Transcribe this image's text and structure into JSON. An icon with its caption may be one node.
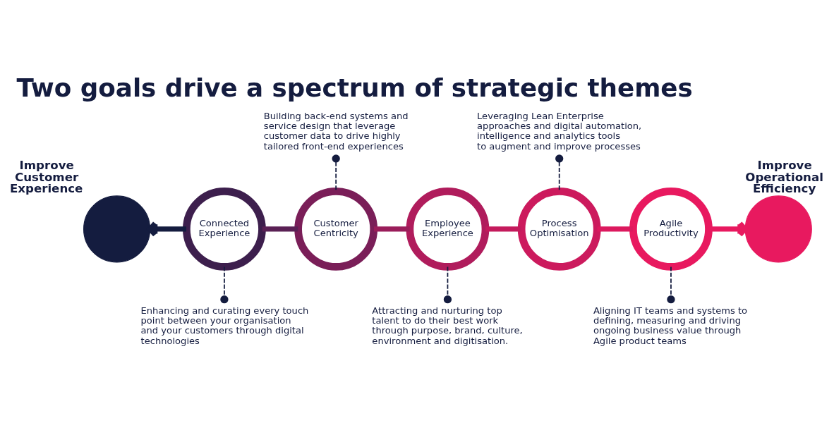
{
  "diagram": {
    "title": "Two goals drive a spectrum of strategic themes",
    "nodes": [
      {
        "text": [
          "Building back-end systems and service design that leverage customer data to drive highly tailored front-end experiences"
        ]
      },
      {
        "text": [
          "Leveraging Lean Enterprise approaches and digital automation, intelligence and analytics tools to augment and improve processes"
        ]
      },
      {
        "text": [
          "Improve Customer Experience"
        ]
      },
      {
        "text": [
          "Connected Experience"
        ]
      },
      {
        "text": [
          "Customer Centricity"
        ]
      },
      {
        "text": [
          "Employee Experience"
        ]
      },
      {
        "text": [
          "Process Optimisation"
        ]
      },
      {
        "text": [
          "Agile Productivity"
        ]
      },
      {
        "text": [
          "Improve Operational Efficiency"
        ]
      },
      {
        "text": [
          "Enhancing and curating every touch point between your organisation and your customers through digital technologies"
        ]
      },
      {
        "text": [
          "Attracting and nurturing top talent to do their best work through purpose, brand, culture, environment and digitisation."
        ]
      },
      {
        "text": [
          "Aligning IT teams and systems to defining, measuring and driving ongoing business value through Agile product teams"
        ]
      }
    ],
    "edges": [
      {
        "from": 3,
        "to": 2,
        "arrow": "to",
        "color": "#141c3f"
      },
      {
        "from": 3,
        "to": 4,
        "arrow": "none",
        "color": "#5a2155"
      },
      {
        "from": 4,
        "to": 5,
        "arrow": "none",
        "color": "#9a1d5a"
      },
      {
        "from": 5,
        "to": 6,
        "arrow": "none",
        "color": "#c41a5c"
      },
      {
        "from": 6,
        "to": 7,
        "arrow": "none",
        "color": "#dc195e"
      },
      {
        "from": 7,
        "to": 8,
        "arrow": "to",
        "color": "#e8195f"
      },
      {
        "from": 0,
        "to": 4,
        "arrow": "other",
        "style": "dashed"
      },
      {
        "from": 1,
        "to": 6,
        "arrow": "other",
        "style": "dashed"
      },
      {
        "from": 9,
        "to": 3,
        "arrow": "other",
        "style": "dashed"
      },
      {
        "from": 10,
        "to": 5,
        "arrow": "other",
        "style": "dashed"
      },
      {
        "from": 11,
        "to": 7,
        "arrow": "other",
        "style": "dashed"
      }
    ]
  }
}
